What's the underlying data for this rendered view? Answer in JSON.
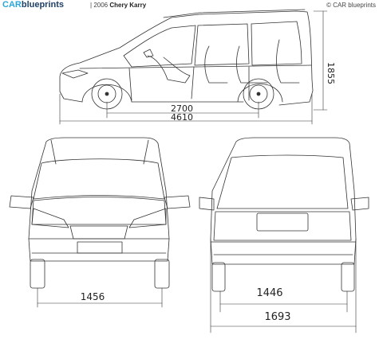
{
  "header": {
    "logo_car": "CAR",
    "logo_blueprints": "blueprints",
    "separator": "|",
    "year": "2006",
    "model": "Chery Karry",
    "copyright": "© CAR blueprints"
  },
  "dimensions": {
    "height": "1855",
    "wheelbase": "2700",
    "length": "4610",
    "front_track": "1456",
    "rear_track": "1446",
    "width": "1693"
  },
  "colors": {
    "logo_car": "#2aa6d6",
    "logo_blueprints": "#1e3f66",
    "line": "#333333"
  }
}
